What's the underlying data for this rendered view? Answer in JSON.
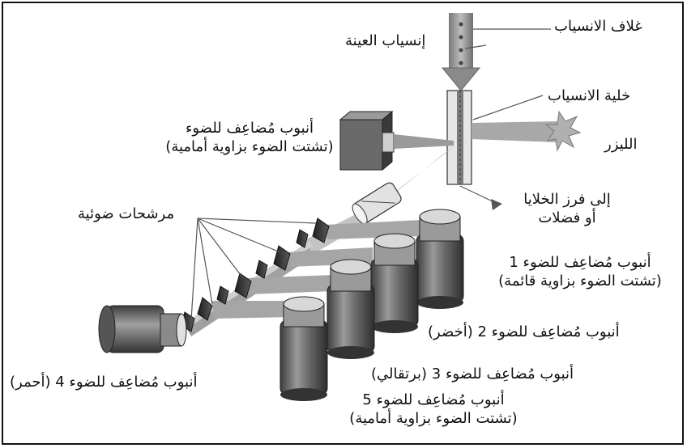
{
  "labels": {
    "sheath_flow": "غلاف الانسياب",
    "sample_flow": "إنسياب العينة",
    "flow_cell": "خلية الانسياب",
    "laser": "الليزر",
    "pmt_forward_title": "أنبوب مُضاعِف للضوء",
    "pmt_forward_sub": "(تشتت الضوء بزاوية أمامية)",
    "to_sorter_1": "إلى فرز الخلايا",
    "to_sorter_2": "أو فضلات",
    "optical_filters": "مرشحات ضوئية",
    "pmt1_title": "أنبوب مُضاعِف للضوء 1",
    "pmt1_sub": "(تشتت الضوء بزاوية قائمة)",
    "pmt2": "أنبوب مُضاعِف للضوء 2  (أخضر)",
    "pmt3": "أنبوب مُضاعِف للضوء 3  (برتقالي)",
    "pmt4": "أنبوب مُضاعِف للضوء 4  (أحمر)",
    "pmt5_title": "أنبوب مُضاعِف للضوء 5",
    "pmt5_sub": "(تشتت الضوء بزاوية أمامية)"
  },
  "colors": {
    "ink": "#111111",
    "frame": "#111111",
    "metal_dark": "#4a4a4a",
    "metal_mid": "#8a8a8a",
    "metal_light": "#d0d0d0",
    "beam": "#9a9a9a",
    "leader": "#555555"
  }
}
